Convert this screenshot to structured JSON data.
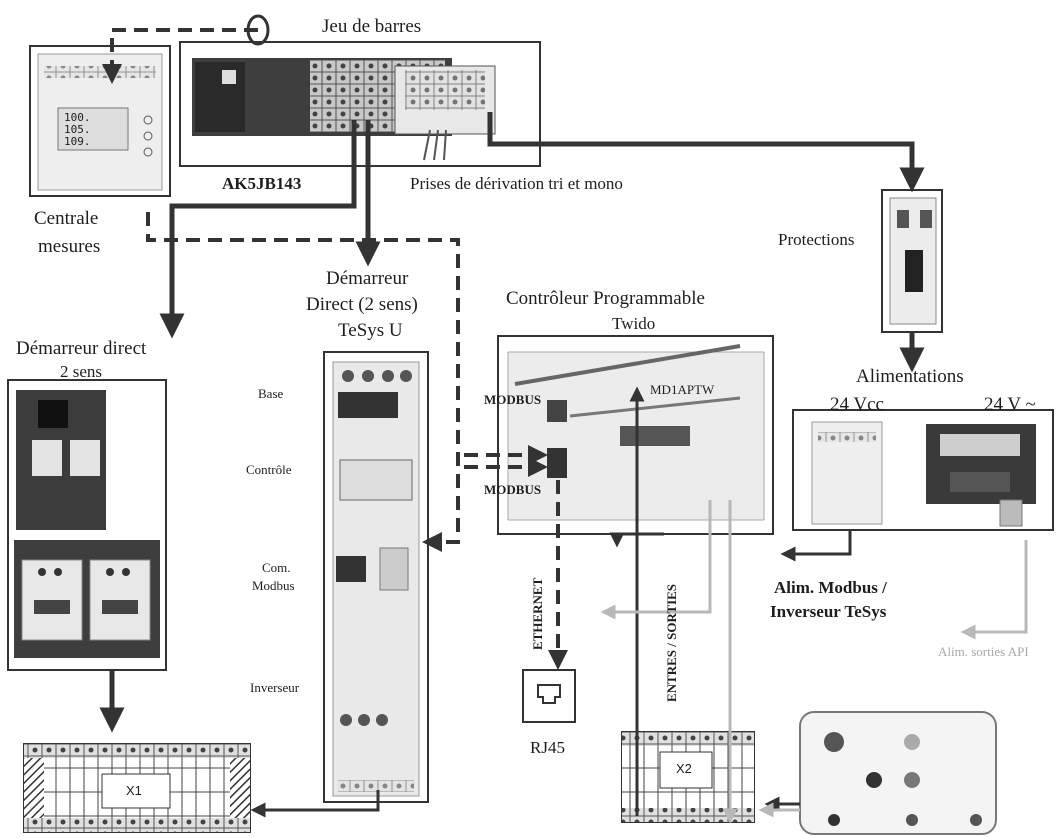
{
  "labels": {
    "busbar": "Jeu de barres",
    "busbar_ref": "AK5JB143",
    "tap_offs": "Prises de dérivation tri et mono",
    "meter_1": "Centrale",
    "meter_2": "mesures",
    "protections": "Protections",
    "starter_left_1": "Démarreur direct",
    "starter_left_2": "2 sens",
    "starter_mid_1": "Démarreur",
    "starter_mid_2": "Direct (2 sens)",
    "starter_mid_3": "TeSys U",
    "base": "Base",
    "control": "Contrôle",
    "com_1": "Com.",
    "com_2": "Modbus",
    "inverter": "Inverseur",
    "plc_1": "Contrôleur Programmable",
    "plc_2": "Twido",
    "modbus_top": "MODBUS",
    "modbus_bottom": "MODBUS",
    "md1": "MD1APTW",
    "power_title": "Alimentations",
    "vdc": "24 Vcc",
    "vac": "24 V ~",
    "ethernet": "ETHERNET",
    "io": "ENTRES / SORTIES",
    "rj45": "RJ45",
    "x1": "X1",
    "x2": "X2",
    "alim_modbus_1": "Alim. Modbus /",
    "alim_modbus_2": "Inverseur TeSys",
    "alim_outputs": "Alim. sorties API"
  },
  "meter_display": [
    "100.",
    "105.",
    "109."
  ],
  "colors": {
    "line": "#333333",
    "arrow_grey": "#b8b8b8",
    "device_bg": "#e8e8e8",
    "dark_device": "#3a3a3a"
  }
}
